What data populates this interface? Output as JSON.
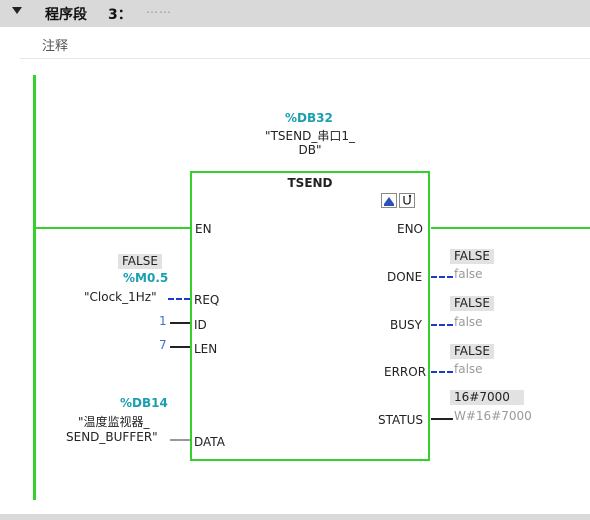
{
  "network": {
    "title": "程序段",
    "number": "3：",
    "dots": "……",
    "comment": "注释"
  },
  "block": {
    "instance_db": "%DB32",
    "instance_sym1": "\"TSEND_串口1_",
    "instance_sym2": "DB\"",
    "type_name": "TSEND",
    "pins_in": {
      "en": "EN",
      "req": "REQ",
      "id": "ID",
      "len": "LEN",
      "data": "DATA"
    },
    "pins_out": {
      "eno": "ENO",
      "done": "DONE",
      "busy": "BUSY",
      "error": "ERROR",
      "status": "STATUS"
    }
  },
  "inputs": {
    "req_value": "FALSE",
    "req_addr": "%M0.5",
    "req_sym": "\"Clock_1Hz\"",
    "id_value": "1",
    "len_value": "7",
    "data_db": "%DB14",
    "data_sym1": "\"温度监视器_",
    "data_sym2": "SEND_BUFFER\""
  },
  "outputs": {
    "done_value": "FALSE",
    "done_live": "false",
    "busy_value": "FALSE",
    "busy_live": "false",
    "error_value": "FALSE",
    "error_live": "false",
    "status_value": "16#7000",
    "status_live": "W#16#7000"
  },
  "icons": [
    "collapse-triangle-icon",
    "block-download-icon",
    "block-diagnostic-icon"
  ],
  "colors": {
    "rail": "#34d12e",
    "db_text": "#1a9fb0",
    "dashed_wire": "#1a3ccc"
  }
}
